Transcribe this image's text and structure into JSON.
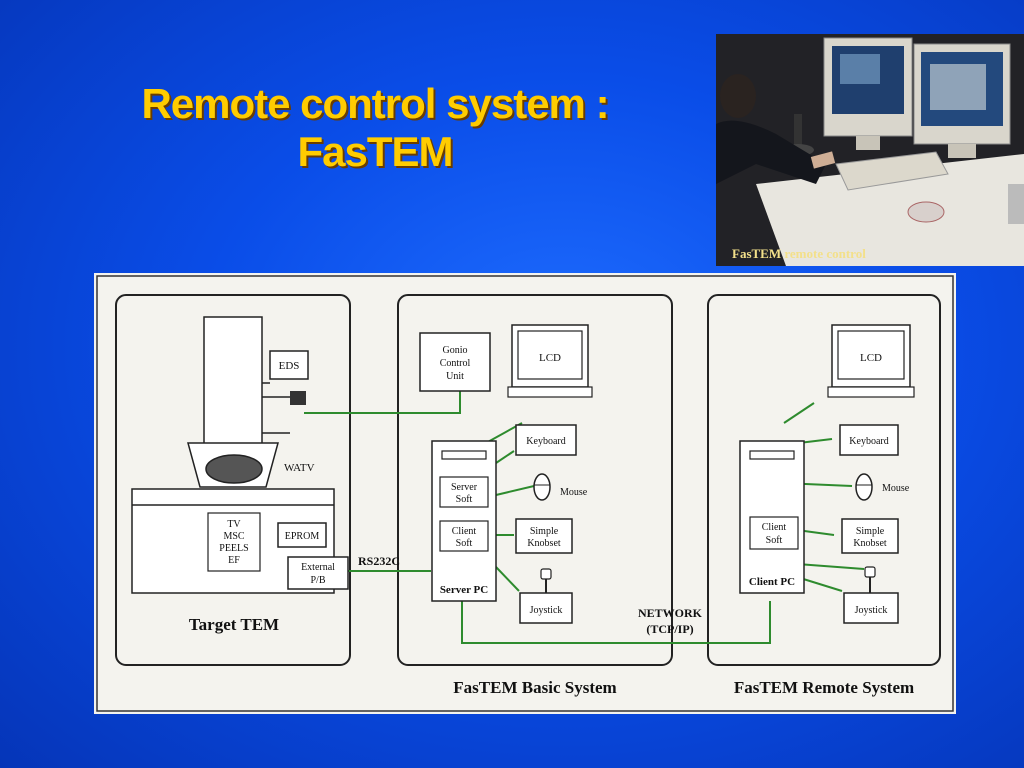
{
  "slide": {
    "title_line1": "Remote control system :",
    "title_line2": "FasTEM"
  },
  "photo": {
    "caption": "FasTEM remote control"
  },
  "colors": {
    "title": "#ffcc00",
    "background": "#0a4de8",
    "connection_line": "#2e8b2e"
  },
  "diagram": {
    "target": {
      "title": "Target TEM",
      "eds": "EDS",
      "watv": "WATV",
      "panel_lines": [
        "TV",
        "MSC",
        "PEELS",
        "EF"
      ],
      "eprom": "EPROM",
      "external_line1": "External",
      "external_line2": "P/B",
      "rs232c": "RS232C"
    },
    "basic": {
      "title": "FasTEM Basic System",
      "gonio_lines": [
        "Gonio",
        "Control",
        "Unit"
      ],
      "lcd": "LCD",
      "keyboard": "Keyboard",
      "mouse": "Mouse",
      "knobset_line1": "Simple",
      "knobset_line2": "Knobset",
      "joystick": "Joystick",
      "server_soft_line1": "Server",
      "server_soft_line2": "Soft",
      "client_soft_line1": "Client",
      "client_soft_line2": "Soft",
      "server_pc": "Server PC"
    },
    "network_line1": "NETWORK",
    "network_line2": "(TCP/IP)",
    "remote": {
      "title": "FasTEM Remote System",
      "lcd": "LCD",
      "keyboard": "Keyboard",
      "mouse": "Mouse",
      "knobset_line1": "Simple",
      "knobset_line2": "Knobset",
      "joystick": "Joystick",
      "client_soft_line1": "Client",
      "client_soft_line2": "Soft",
      "client_pc": "Client PC"
    }
  }
}
